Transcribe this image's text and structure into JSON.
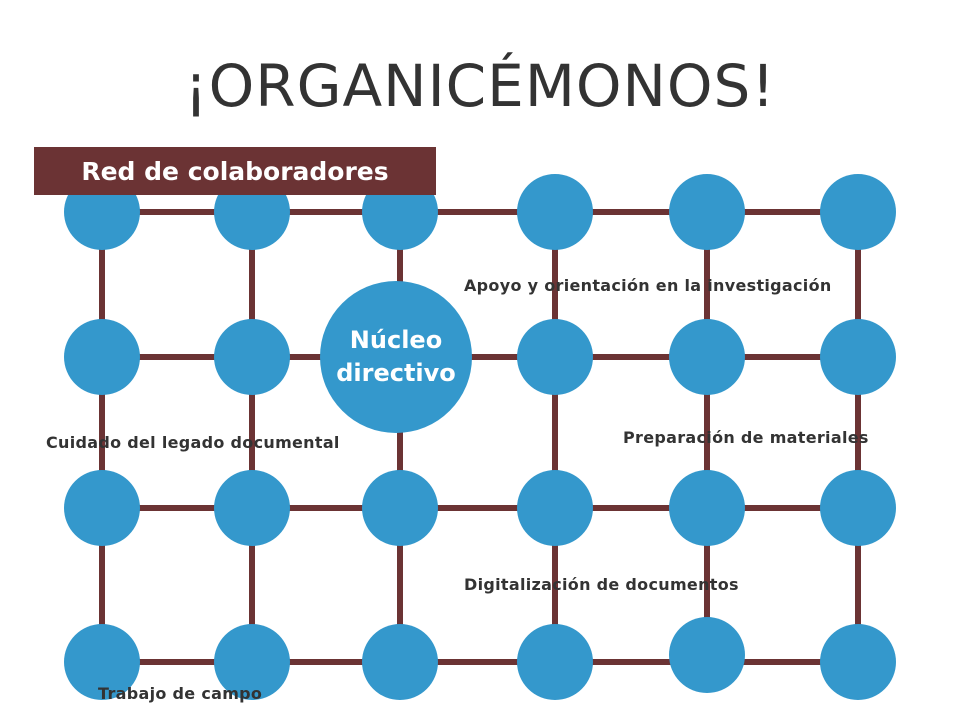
{
  "title": "¡ORGANICÉMONOS!",
  "banner": "Red de colaboradores",
  "core": {
    "line1": "Núcleo",
    "line2": "directivo"
  },
  "labels": {
    "apoyo": "Apoyo y orientación en la investigación",
    "cuidado": "Cuidado del legado documental",
    "preparacion": "Preparación de materiales",
    "digitalizacion": "Digitalización de documentos",
    "campo": "Trabajo de campo"
  },
  "colors": {
    "node": "#3498cc",
    "link": "#6b3334",
    "banner": "#6b3334",
    "title": "#333333"
  }
}
